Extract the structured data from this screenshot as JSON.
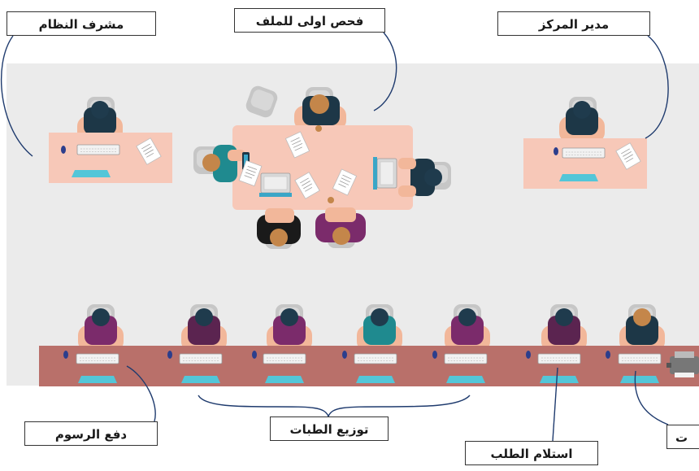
{
  "labels": {
    "system_supervisor": "مشرف النظام",
    "initial_inspection": "فحص اولى للملف",
    "center_manager": "مدير المركز",
    "fees_payment": "دفع الرسوم",
    "requests_distribution": "توزيع الطبات",
    "request_receipt": "استلام الطلب",
    "cut_label": "ت"
  },
  "colors": {
    "floor": "#ebebeb",
    "desk_pink": "#f7c8b8",
    "counter": "#b9706a",
    "chair": "#c9c9c9",
    "head_dark": "#1f3b4d",
    "shirt_navy": "#1d3747",
    "shirt_purple": "#7b2b6b",
    "shirt_teal": "#1f8a8f",
    "skin": "#f2b79a",
    "monitor": "#9dd9e6",
    "line": "#1f3b6e"
  },
  "icons": [
    "chair-icon",
    "person-icon",
    "keyboard-icon",
    "mouse-icon",
    "laptop-icon",
    "paper-icon",
    "phone-icon",
    "coffee-cup-icon",
    "printer-icon"
  ]
}
